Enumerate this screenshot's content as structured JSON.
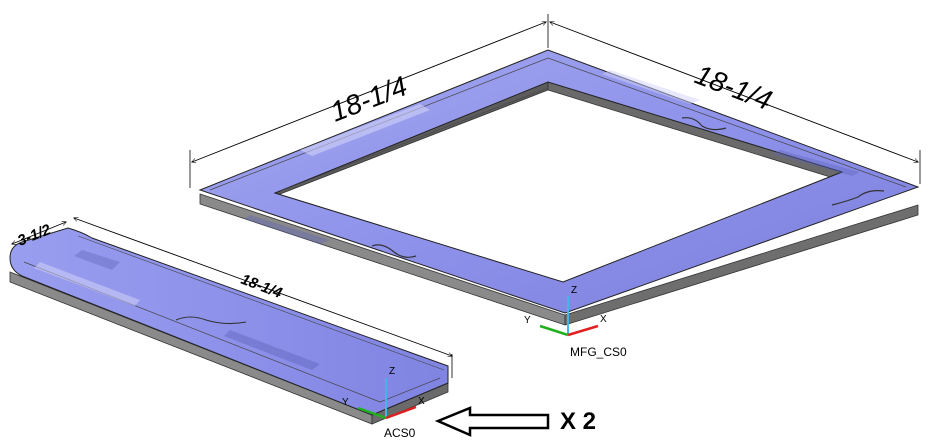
{
  "frame": {
    "dimension_left": "18-1/4",
    "dimension_right": "18-1/4",
    "coordinate_system": "MFG_CS0"
  },
  "bar": {
    "dimension_width": "3-1/2",
    "dimension_length": "18-1/4",
    "coordinate_system": "ACS0"
  },
  "axis_labels": {
    "x": "X",
    "y": "Y",
    "z": "Z"
  },
  "quantity_label": "X 2",
  "colors": {
    "top_face": "#8f93ea",
    "top_face_light": "#c9cbf6",
    "top_face_dark": "#6d71c9",
    "side_face": "#8a8a8a",
    "side_face_dark": "#5c5c5c",
    "x_axis": "#e02020",
    "y_axis": "#20b020",
    "z_axis": "#3fb8e8"
  }
}
